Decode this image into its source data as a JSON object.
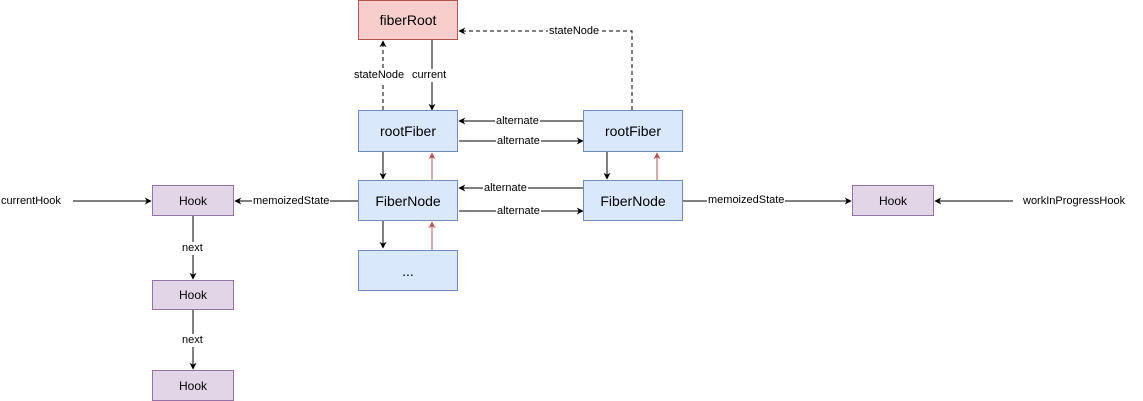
{
  "nodes": {
    "fiber_root": "fiberRoot",
    "root_fiber_current": "rootFiber",
    "root_fiber_wip": "rootFiber",
    "fiber_node_current": "FiberNode",
    "fiber_node_wip": "FiberNode",
    "ellipsis": "...",
    "hook_current_1": "Hook",
    "hook_current_2": "Hook",
    "hook_current_3": "Hook",
    "hook_wip": "Hook"
  },
  "labels": {
    "state_node_top": "stateNode",
    "state_node_left": "stateNode",
    "current": "current",
    "alternate_1": "alternate",
    "alternate_2": "alternate",
    "alternate_3": "alternate",
    "alternate_4": "alternate",
    "memoized_state_left": "memoizedState",
    "memoized_state_right": "memoizedState",
    "next_1": "next",
    "next_2": "next",
    "current_hook": "currentHook",
    "work_in_progress_hook": "workInProgressHook"
  },
  "colors": {
    "blue_fill": "#dae8fc",
    "blue_stroke": "#6c8ebf",
    "red_fill": "#f8cecc",
    "red_stroke": "#b85450",
    "purple_fill": "#e1d5e7",
    "purple_stroke": "#9673a6",
    "return_arrow": "#b85450"
  }
}
